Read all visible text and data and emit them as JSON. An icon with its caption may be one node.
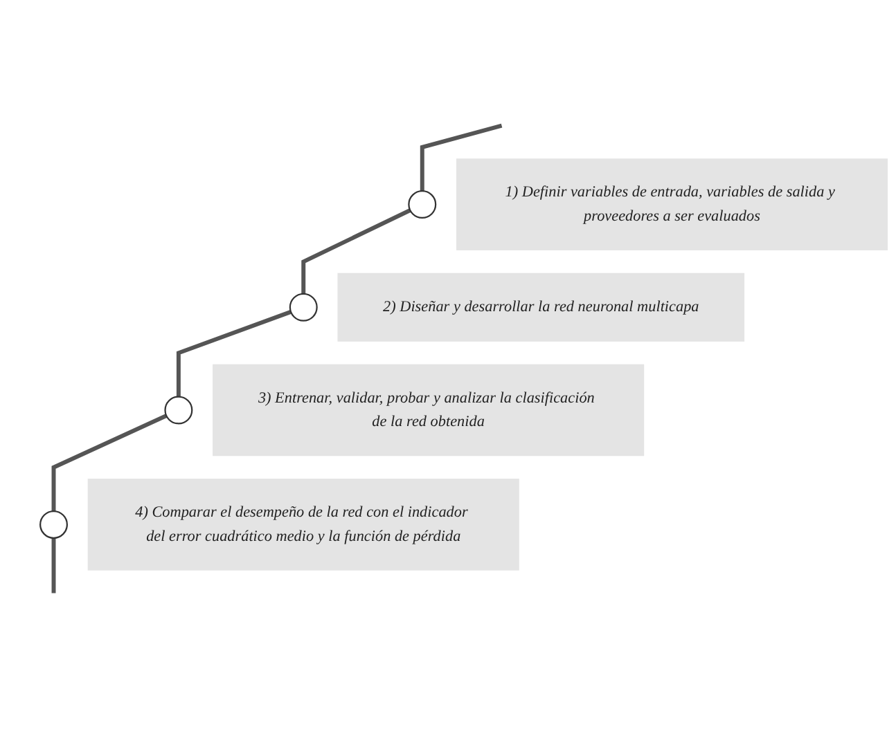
{
  "diagram": {
    "nodes": [
      {
        "text": [],
        "shape": "circle"
      },
      {
        "text": [
          "1) Definir variables de entrada, variables de salida y proveedores a ser evaluados"
        ]
      },
      {
        "text": [],
        "shape": "circle"
      },
      {
        "text": [
          "2) Diseñar y desarrollar la red neuronal multicapa"
        ]
      },
      {
        "text": [],
        "shape": "circle"
      },
      {
        "text": [
          "3) Entrenar, validar, probar y analizar la clasificación de la red obtenida"
        ]
      },
      {
        "text": [],
        "shape": "circle"
      },
      {
        "text": [
          "4) Comparar el desempeño de la red con el indicador del error cuadrático medio y la función de pérdida"
        ]
      }
    ],
    "edges": [
      {
        "from": null,
        "to": 0,
        "arrow": "none"
      },
      {
        "from": 0,
        "to": 2,
        "arrow": "none"
      },
      {
        "from": 2,
        "to": 4,
        "arrow": "none"
      },
      {
        "from": 4,
        "to": 6,
        "arrow": "none"
      },
      {
        "from": 6,
        "to": null,
        "arrow": "none"
      }
    ]
  }
}
